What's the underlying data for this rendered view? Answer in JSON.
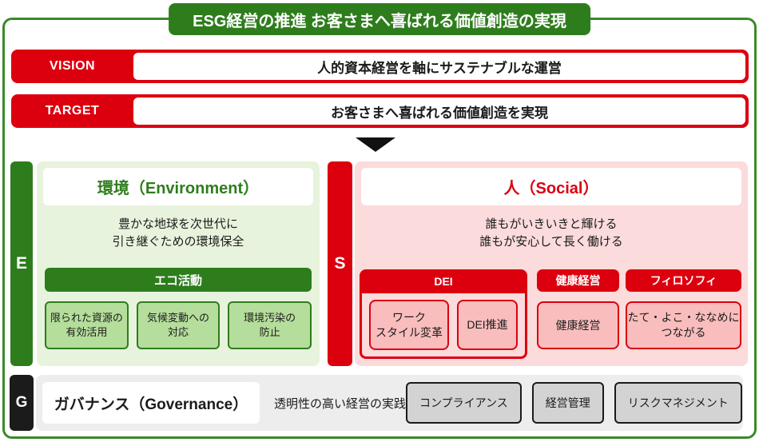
{
  "colors": {
    "green_dark": "#2e7d1d",
    "green_frame": "#3a8a28",
    "green_panel_bg": "#e7f3dc",
    "green_box_bg": "#b5dd9b",
    "red": "#dc000f",
    "pink_panel_bg": "#fbdbdb",
    "pink_box_bg": "#f9bdbd",
    "black_bar": "#1b1b1b",
    "gray_panel_bg": "#ededed",
    "gray_box_bg": "#d3d3d3"
  },
  "banner": {
    "title": "ESG経営の推進 お客さまへ喜ばれる価値創造の実現"
  },
  "vision": {
    "label": "VISION",
    "text": "人的資本経営を軸にサステナブルな運営"
  },
  "target": {
    "label": "TARGET",
    "text": "お客さまへ喜ばれる価値創造を実現"
  },
  "environment": {
    "letter": "E",
    "title": "環境（Environment）",
    "description": "豊かな地球を次世代に\n引き継ぐための環境保全",
    "category": "エコ活動",
    "items": [
      "限られた資源の\n有効活用",
      "気候変動への\n対応",
      "環境汚染の\n防止"
    ]
  },
  "social": {
    "letter": "S",
    "title": "人（Social）",
    "description": "誰もがいきいきと輝ける\n誰もが安心して長く働ける",
    "groups": [
      {
        "title": "DEI",
        "items": [
          "ワーク\nスタイル変革",
          "DEI推進"
        ]
      },
      {
        "title": "健康経営",
        "items": [
          "健康経営"
        ]
      },
      {
        "title": "フィロソフィ",
        "items": [
          "たて・よこ・ななめに\nつながる"
        ]
      }
    ]
  },
  "governance": {
    "letter": "G",
    "title": "ガバナンス（Governance）",
    "subtitle": "透明性の高い経営の実践",
    "items": [
      "コンプライアンス",
      "経営管理",
      "リスクマネジメント"
    ]
  }
}
